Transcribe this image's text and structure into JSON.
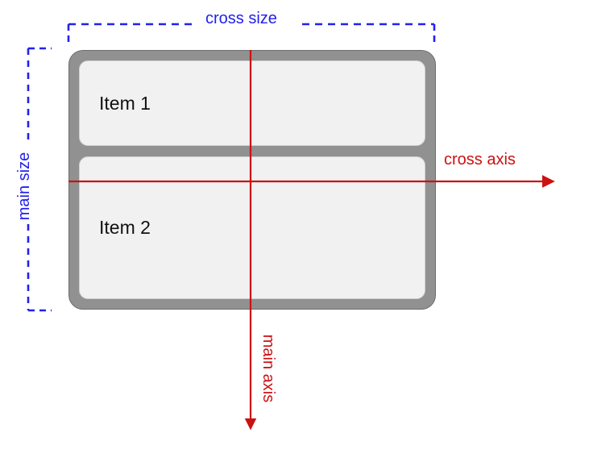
{
  "diagram": {
    "title": "Flexbox column-direction axes diagram",
    "colors": {
      "annotation_blue": "#2121ee",
      "axis_red": "#cc1111",
      "container_gray": "#919191",
      "container_border": "#6e6e6e",
      "item_fill": "#f1f1f1",
      "item_border": "#cfcfcf",
      "item_text": "#111111",
      "background": "#ffffff"
    },
    "labels": {
      "cross_size": "cross size",
      "main_size": "main size",
      "cross_axis": "cross axis",
      "main_axis": "main axis"
    },
    "container": {
      "name": "flex-container",
      "direction": "column",
      "items": [
        {
          "label": "Item 1"
        },
        {
          "label": "Item 2"
        }
      ]
    },
    "annotations": {
      "cross_size_bracket": {
        "orientation": "horizontal",
        "style": "dashed",
        "color": "#2121ee",
        "measures": "container width"
      },
      "main_size_bracket": {
        "orientation": "vertical",
        "style": "dashed",
        "color": "#2121ee",
        "measures": "container height"
      },
      "cross_axis_arrow": {
        "direction": "right",
        "color": "#cc1111"
      },
      "main_axis_arrow": {
        "direction": "down",
        "color": "#cc1111"
      }
    }
  }
}
